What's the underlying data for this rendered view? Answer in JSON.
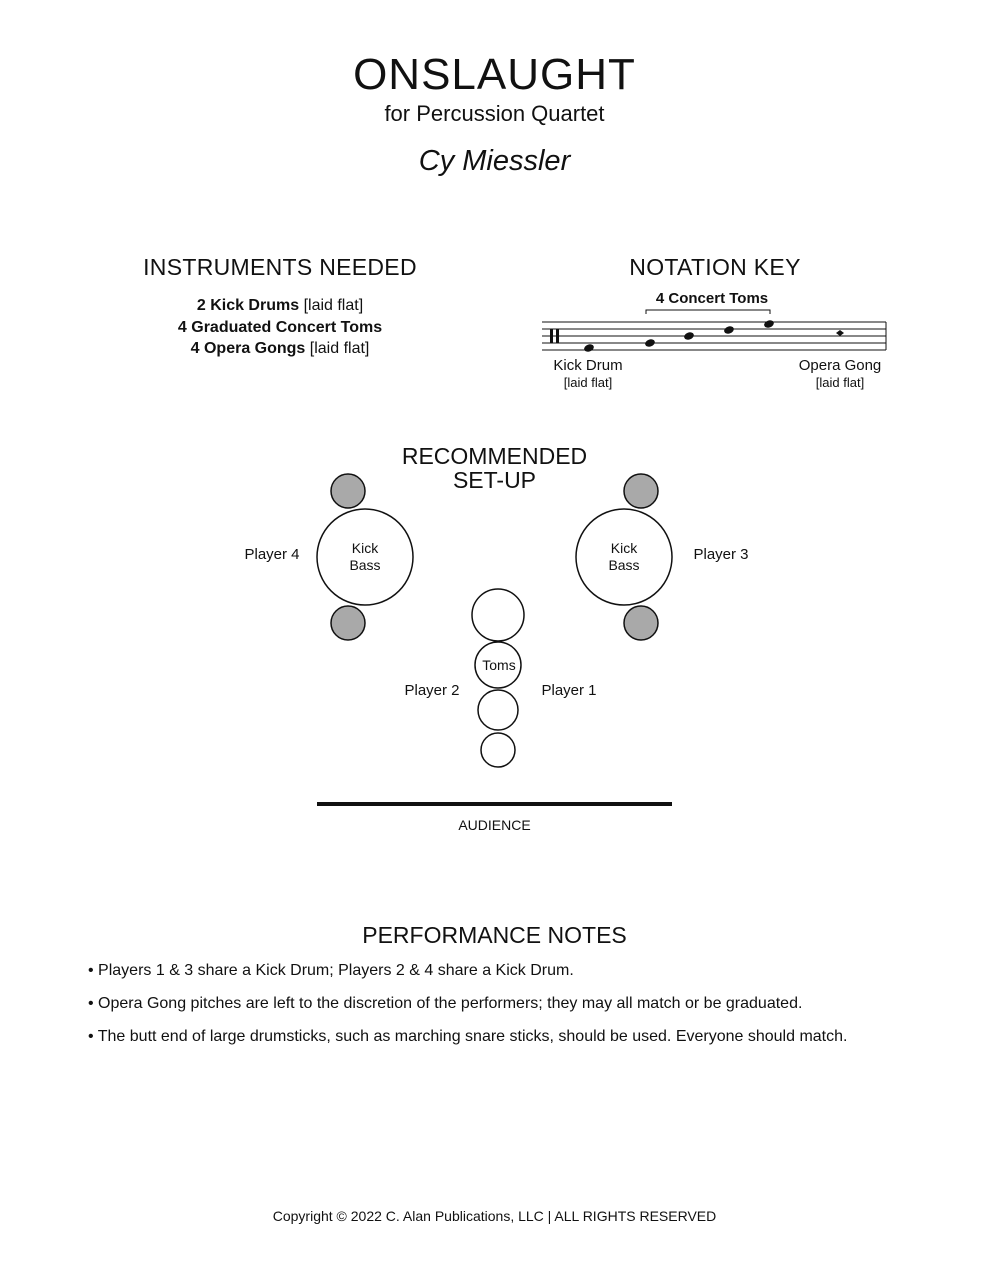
{
  "header": {
    "title": "ONSLAUGHT",
    "subtitle": "for Percussion Quartet",
    "composer": "Cy Miessler"
  },
  "instruments": {
    "heading": "INSTRUMENTS NEEDED",
    "items": [
      {
        "name": "2 Kick Drums",
        "note": "[laid flat]"
      },
      {
        "name": "4 Graduated Concert Toms",
        "note": ""
      },
      {
        "name": "4 Opera Gongs",
        "note": "[laid flat]"
      }
    ]
  },
  "notation_key": {
    "heading": "NOTATION KEY",
    "toms_label": "4 Concert Toms",
    "kick_label": "Kick Drum",
    "kick_note": "[laid flat]",
    "gong_label": "Opera Gong",
    "gong_note": "[laid flat]"
  },
  "setup": {
    "heading_line1": "RECOMMENDED",
    "heading_line2": "SET-UP",
    "kick_line1": "Kick",
    "kick_line2": "Bass",
    "toms_label": "Toms",
    "player1": "Player 1",
    "player2": "Player 2",
    "player3": "Player 3",
    "player4": "Player 4",
    "audience": "AUDIENCE",
    "gong_color": "#a9a9a9"
  },
  "performance_notes": {
    "heading": "PERFORMANCE NOTES",
    "notes": [
      "• Players 1 & 3 share a Kick Drum; Players 2 & 4 share a Kick Drum.",
      "• Opera Gong pitches are left to the discretion of the performers; they may all match or be graduated.",
      "• The butt end of large drumsticks, such as marching snare sticks, should be used. Everyone should match."
    ]
  },
  "footer": {
    "copyright": "Copyright © 2022 C. Alan Publications, LLC  |  ALL RIGHTS RESERVED"
  }
}
